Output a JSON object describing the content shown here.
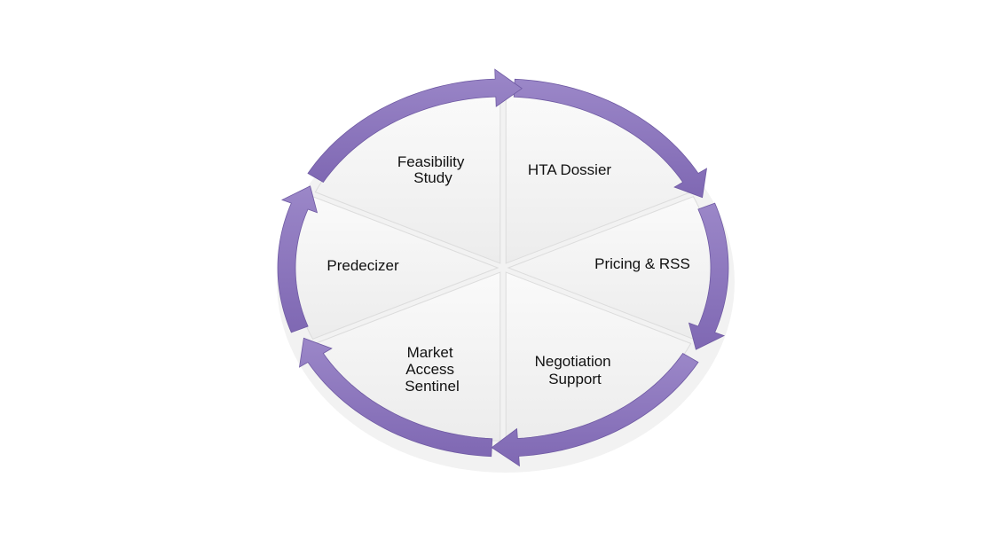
{
  "diagram": {
    "segments": [
      {
        "id": "hta-dossier",
        "lines": [
          "HTA Dossier"
        ]
      },
      {
        "id": "pricing-rss",
        "lines": [
          "Pricing & RSS"
        ]
      },
      {
        "id": "negotiation-support",
        "lines": [
          "Negotiation",
          "Support"
        ]
      },
      {
        "id": "market-access-sentinel",
        "lines": [
          "Market",
          "Access",
          "Sentinel"
        ]
      },
      {
        "id": "predecizer",
        "lines": [
          "Predecizer"
        ]
      },
      {
        "id": "feasibility-study",
        "lines": [
          "Feasibility",
          "Study"
        ]
      }
    ],
    "colors": {
      "arrow": "#8f79bf",
      "arrow_dark": "#6f5aa3",
      "segment_fill": "#f4f4f4",
      "segment_edge": "#dcdcdc",
      "label": "#111111"
    }
  }
}
